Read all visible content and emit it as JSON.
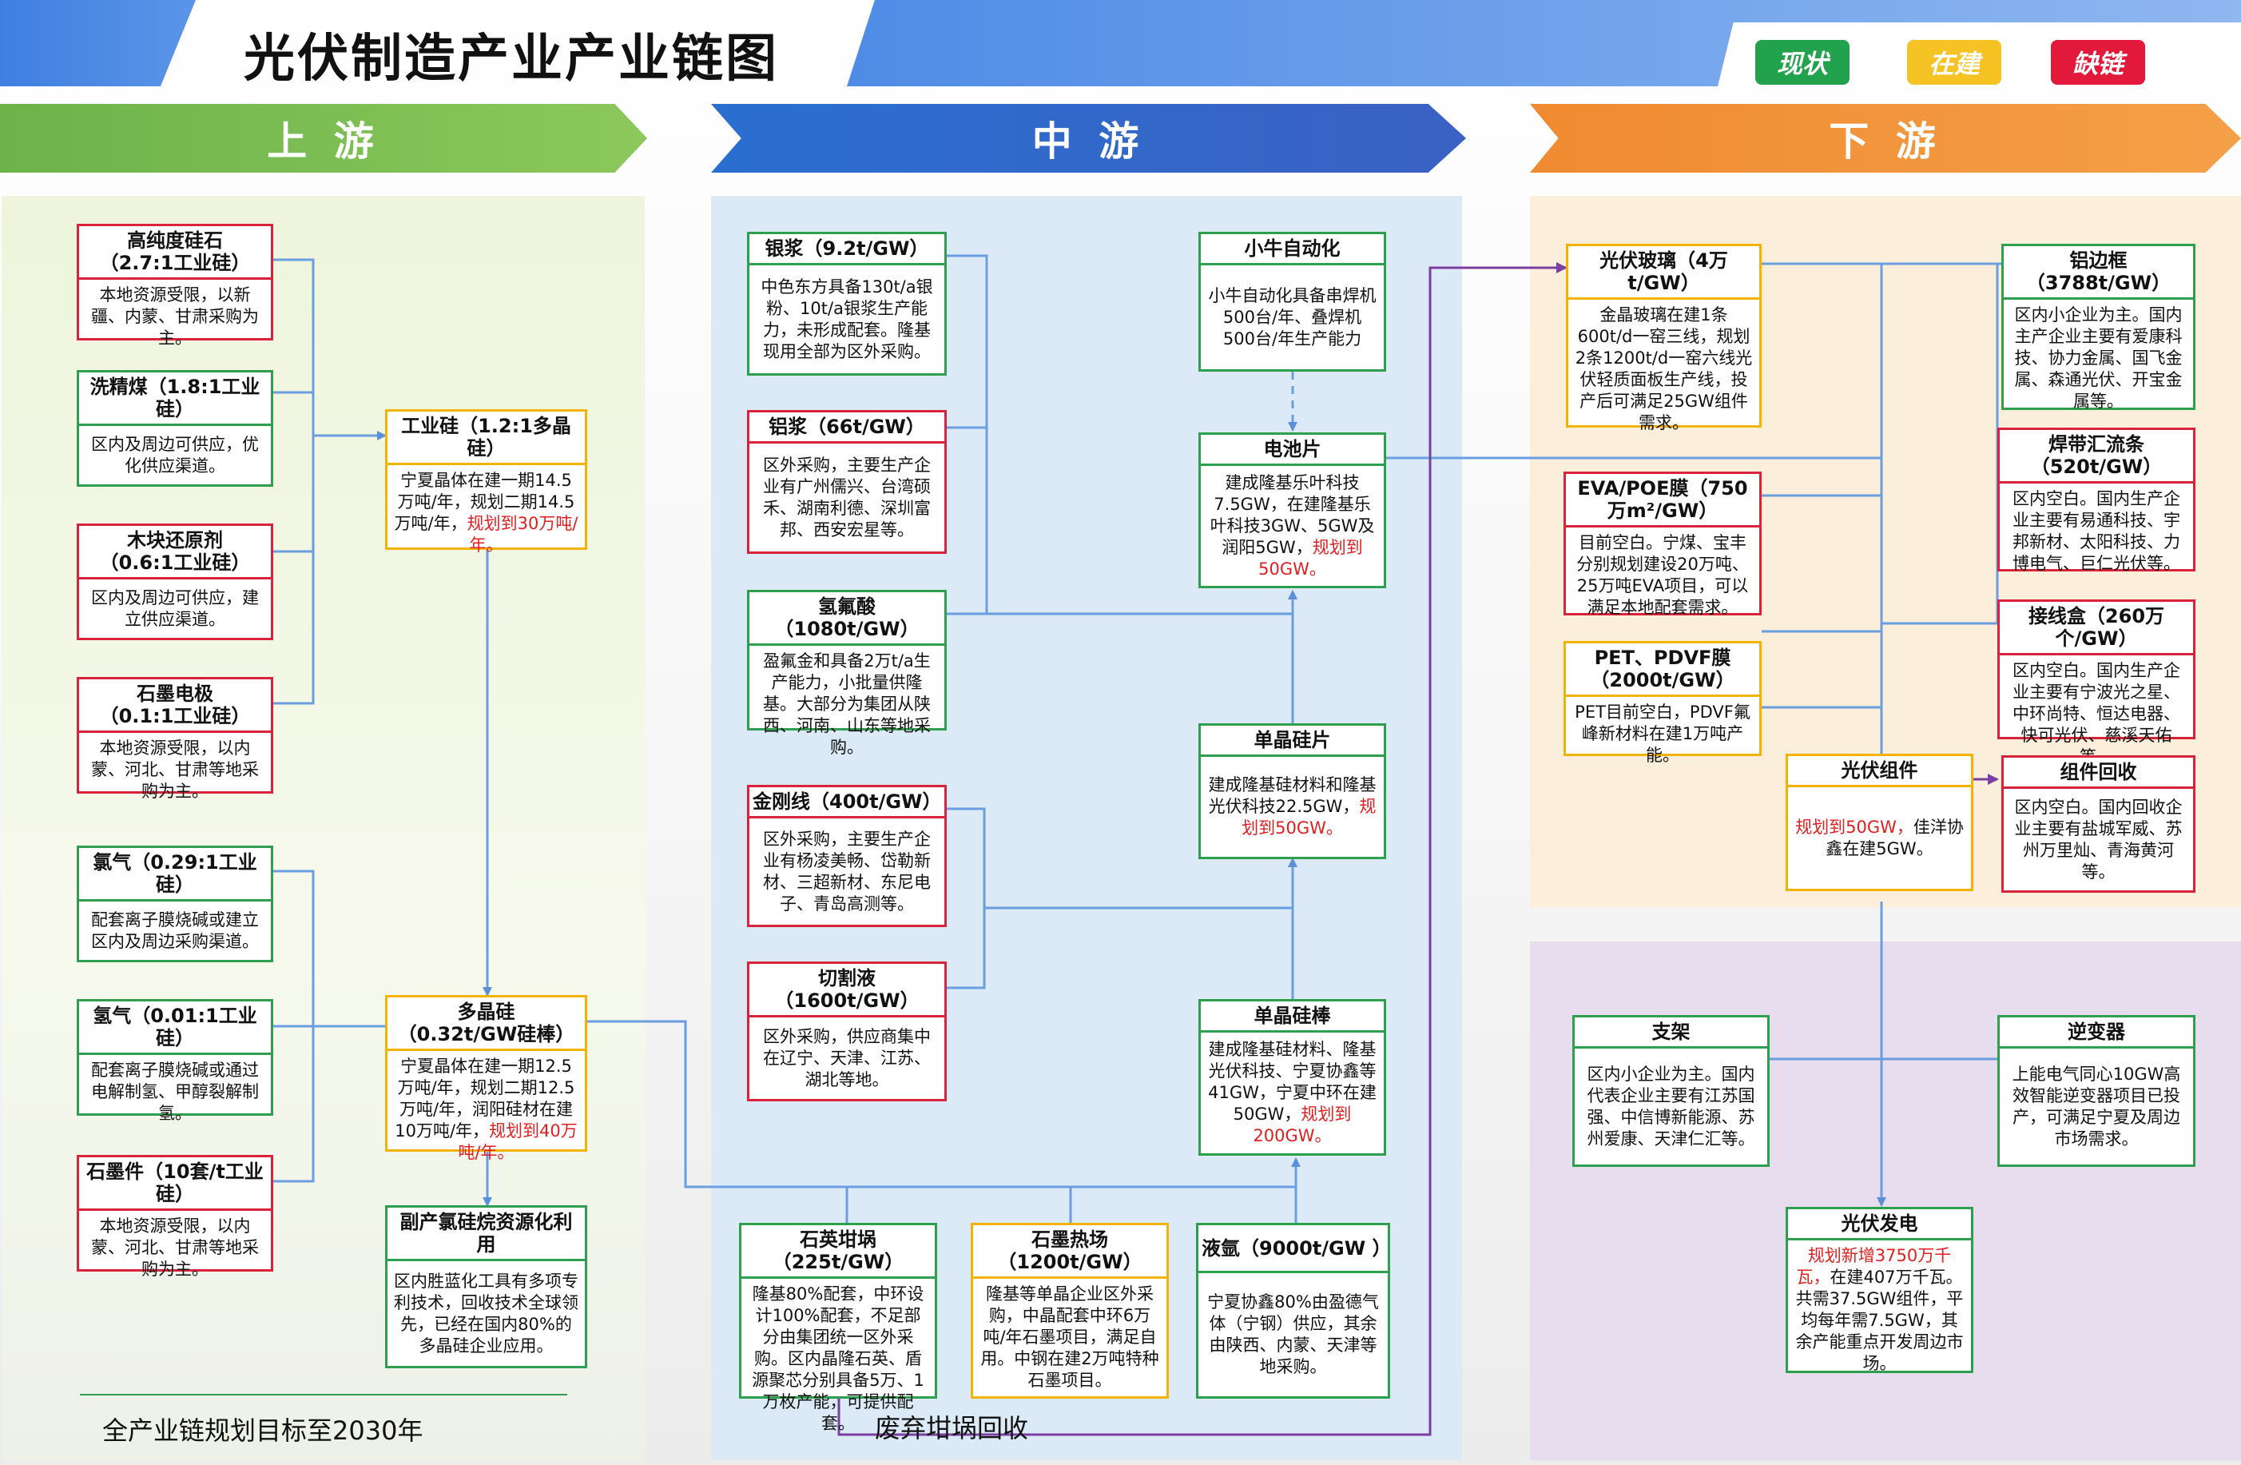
{
  "title": "光伏制造产业产业链图",
  "legend": [
    {
      "label": "现状",
      "color": "#23a24d"
    },
    {
      "label": "在建",
      "color": "#f6c324"
    },
    {
      "label": "缺链",
      "color": "#e2193a"
    }
  ],
  "sections": {
    "upstream": "上 游",
    "midstream": "中 游",
    "downstream": "下 游"
  },
  "footnote": "全产业链规划目标至2030年",
  "waste_label": "废弃坩埚回收",
  "upstream": [
    {
      "title": "高纯度硅石",
      "ratio": "（2.7:1工业硅）",
      "status": "缺链",
      "desc": "本地资源受限，以新疆、内蒙、甘肃采购为主。"
    },
    {
      "title": "洗精煤（1.8:1工业硅）",
      "status": "现状",
      "desc": "区内及周边可供应，优化供应渠道。"
    },
    {
      "title": "木块还原剂",
      "ratio": "（0.6:1工业硅）",
      "status": "缺链",
      "desc": "区内及周边可供应，建立供应渠道。"
    },
    {
      "title": "石墨电极",
      "ratio": "（0.1:1工业硅）",
      "status": "缺链",
      "desc": "本地资源受限，以内蒙、河北、甘肃等地采购为主。"
    },
    {
      "title": "氯气（0.29:1工业硅）",
      "status": "现状",
      "desc": "配套离子膜烧碱或建立区内及周边采购渠道。"
    },
    {
      "title": "氢气（0.01:1工业硅）",
      "status": "现状",
      "desc": "配套离子膜烧碱或通过电解制氢、甲醇裂解制氢。"
    },
    {
      "title": "石墨件（10套/t工业硅）",
      "status": "缺链",
      "desc": "本地资源受限，以内蒙、河北、甘肃等地采购为主。"
    },
    {
      "title": "工业硅（1.2:1多晶硅）",
      "status": "在建",
      "desc": "宁夏晶体在建一期14.5万吨/年，规划二期14.5万吨/年，",
      "plan": "规划到30万吨/年。"
    },
    {
      "title": "多晶硅",
      "ratio": "（0.32t/GW硅棒）",
      "status": "在建",
      "desc": "宁夏晶体在建一期12.5万吨/年，规划二期12.5万吨/年，润阳硅材在建10万吨/年，",
      "plan": "规划到40万吨/年。"
    },
    {
      "title": "副产氯硅烷资源化利用",
      "status": "现状",
      "desc": "区内胜蓝化工具有多项专利技术，回收技术全球领先，已经在国内80%的多晶硅企业应用。"
    }
  ],
  "midstream": [
    {
      "title": "银浆（9.2t/GW）",
      "status": "现状",
      "desc": "中色东方具备130t/a银粉、10t/a银浆生产能力，未形成配套。隆基现用全部为区外采购。"
    },
    {
      "title": "铝浆（66t/GW）",
      "status": "缺链",
      "desc": "区外采购，主要生产企业有广州儒兴、台湾硕禾、湖南利德、深圳富邦、西安宏星等。"
    },
    {
      "title": "氢氟酸（1080t/GW）",
      "status": "现状",
      "desc": "盈氟金和具备2万t/a生产能力，小批量供隆基。大部分为集团从陕西、河南、山东等地采购。"
    },
    {
      "title": "金刚线（400t/GW）",
      "status": "缺链",
      "desc": "区外采购，主要生产企业有杨凌美畅、岱勒新材、三超新材、东尼电子、青岛高测等。"
    },
    {
      "title": "切割液（1600t/GW）",
      "status": "缺链",
      "desc": "区外采购，供应商集中在辽宁、天津、江苏、湖北等地。"
    },
    {
      "title": "小牛自动化",
      "status": "现状",
      "desc": "小牛自动化具备串焊机500台/年、叠焊机500台/年生产能力"
    },
    {
      "title": "电池片",
      "status": "现状",
      "desc": "建成隆基乐叶科技7.5GW，在建隆基乐叶科技3GW、5GW及润阳5GW，",
      "plan": "规划到50GW。"
    },
    {
      "title": "单晶硅片",
      "status": "现状",
      "desc": "建成隆基硅材料和隆基光伏科技22.5GW，",
      "plan": "规划到50GW。"
    },
    {
      "title": "单晶硅棒",
      "status": "现状",
      "desc": "建成隆基硅材料、隆基光伏科技、宁夏协鑫等41GW，宁夏中环在建50GW，",
      "plan": "规划到200GW。"
    },
    {
      "title": "石英坩埚（225t/GW）",
      "status": "现状",
      "desc": "隆基80%配套，中环设计100%配套，不足部分由集团统一区外采购。区内晶隆石英、盾源聚芯分别具备5万、1万枚产能，可提供配套。"
    },
    {
      "title": "石墨热场（1200t/GW）",
      "status": "在建",
      "desc": "隆基等单晶企业区外采购，中晶配套中环6万吨/年石墨项目，满足自用。中钢在建2万吨特种石墨项目。"
    },
    {
      "title": "液氩（9000t/GW ）",
      "status": "现状",
      "desc": "宁夏协鑫80%由盈德气体（宁钢）供应，其余由陕西、内蒙、天津等地采购。"
    }
  ],
  "downstream": [
    {
      "title": "光伏玻璃（4万t/GW）",
      "status": "在建",
      "desc": "金晶玻璃在建1条600t/d一窑三线，规划2条1200t/d一窑六线光伏轻质面板生产线，投产后可满足25GW组件需求。"
    },
    {
      "title": "EVA/POE膜（750万m²/GW）",
      "status": "缺链",
      "desc": "目前空白。宁煤、宝丰分别规划建设20万吨、25万吨EVA项目，可以满足本地配套需求。"
    },
    {
      "title": "PET、PDVF膜（2000t/GW）",
      "status": "在建",
      "desc": "PET目前空白，PDVF氟峰新材料在建1万吨产能。"
    },
    {
      "title": "铝边框（3788t/GW）",
      "status": "现状",
      "desc": "区内小企业为主。国内主产企业主要有爱康科技、协力金属、国飞金属、森通光伏、开宝金属等。"
    },
    {
      "title": "焊带汇流条（520t/GW）",
      "status": "缺链",
      "desc": "区内空白。国内生产企业主要有易通科技、宇邦新材、太阳科技、力博电气、巨仁光伏等。"
    },
    {
      "title": "接线盒（260万个/GW）",
      "status": "缺链",
      "desc": "区内空白。国内生产企业主要有宁波光之星、中环尚特、恒达电器、快可光伏、慈溪天佑等。"
    },
    {
      "title": "光伏组件",
      "status": "在建",
      "plan": "规划到50GW，",
      "desc": "佳洋协鑫在建5GW。"
    },
    {
      "title": "组件回收",
      "status": "缺链",
      "desc": "区内空白。国内回收企业主要有盐城军威、苏州万里灿、青海黄河等。"
    },
    {
      "title": "支架",
      "status": "现状",
      "desc": "区内小企业为主。国内代表企业主要有江苏国强、中信博新能源、苏州爱康、天津仁汇等。"
    },
    {
      "title": "逆变器",
      "status": "现状",
      "desc": "上能电气同心10GW高效智能逆变器项目已投产，可满足宁夏及周边市场需求。"
    },
    {
      "title": "光伏发电",
      "status": "现状",
      "plan": "规划新增3750万千瓦，",
      "desc": "在建407万千瓦。共需37.5GW组件，平均每年需7.5GW，其余产能重点开发周边市场。"
    }
  ]
}
